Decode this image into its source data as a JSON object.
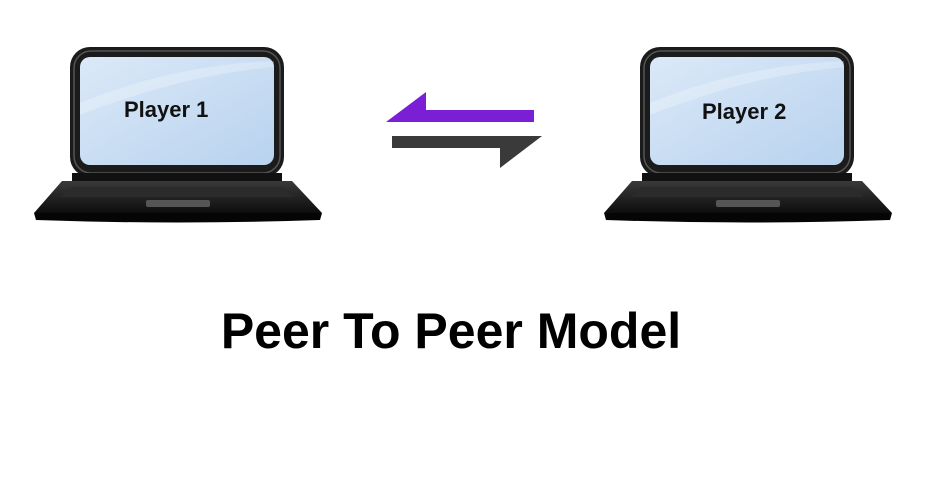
{
  "diagram": {
    "title": "Peer To Peer Model",
    "nodes": [
      {
        "label": "Player 1",
        "icon": "laptop-icon"
      },
      {
        "label": "Player 2",
        "icon": "laptop-icon"
      }
    ],
    "connection": {
      "icon": "bidirectional-arrows-icon",
      "colors": {
        "top_arrow": "#7a1fd6",
        "bottom_arrow": "#3a3a3a"
      }
    }
  },
  "colors": {
    "laptop_body": "#1a1a1a",
    "screen_fill": "#c6dcf2",
    "screen_highlight": "#e6f0fb",
    "text": "#000000"
  }
}
